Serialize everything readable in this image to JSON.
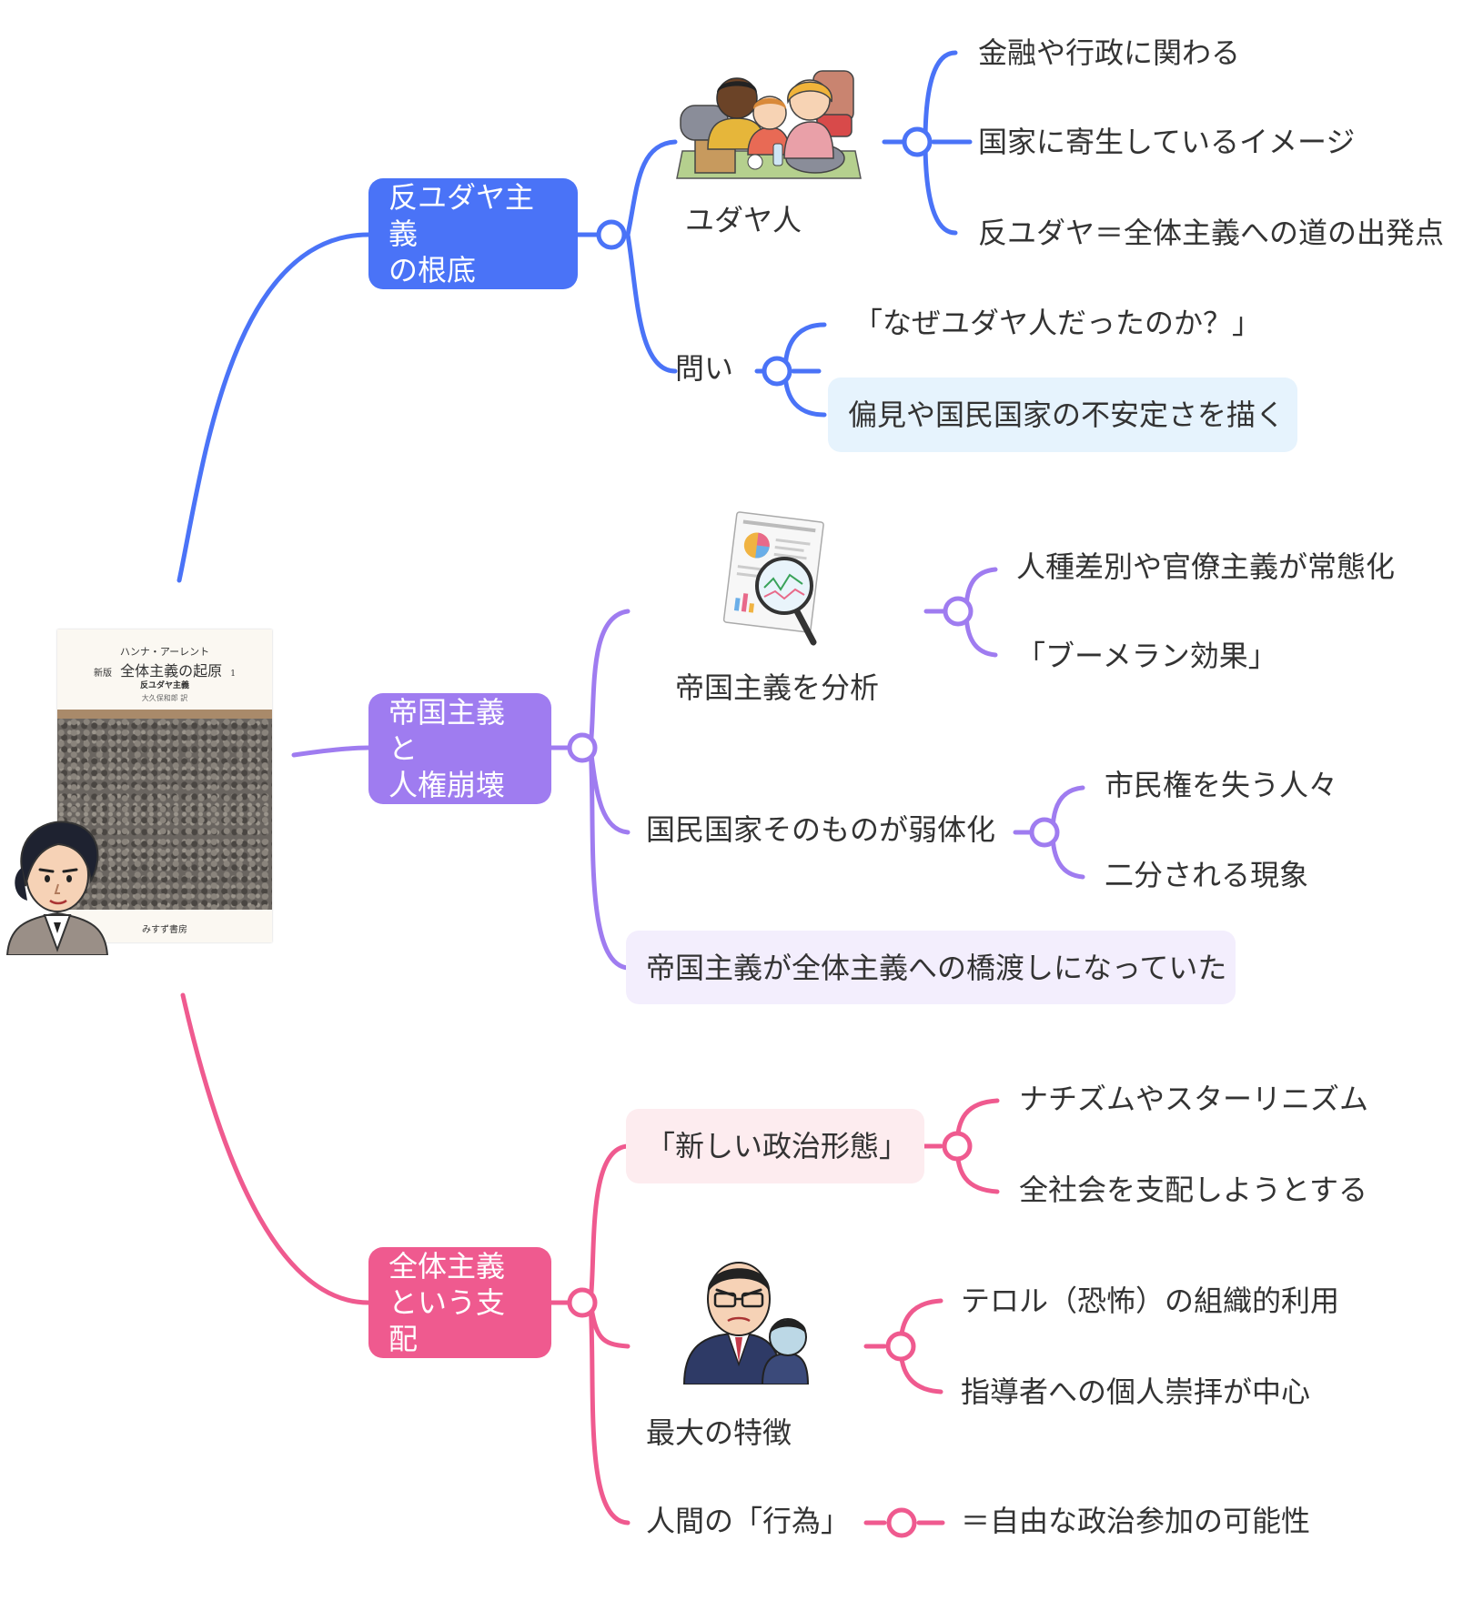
{
  "colors": {
    "blue": "#4a73f7",
    "purple": "#9f7cf0",
    "pink": "#ef5a8f",
    "blue_soft": "#e6f3fd",
    "purple_soft": "#f3eefd",
    "pink_soft": "#fdecef"
  },
  "book": {
    "author": "ハンナ・アーレント",
    "edition": "新版",
    "title": "全体主義の起原",
    "volume": "1",
    "subtitle": "反ユダヤ主義",
    "translator": "大久保和郎 訳",
    "publisher": "みすず書房"
  },
  "branches": {
    "antisemitism": {
      "label_line1": "反ユダヤ主義",
      "label_line2": "の根底",
      "jews": {
        "label": "ユダヤ人",
        "icon": "refugee-family-illustration",
        "items": [
          "金融や行政に関わる",
          "国家に寄生しているイメージ",
          "反ユダヤ＝全体主義への道の出発点"
        ]
      },
      "question": {
        "label": "問い",
        "items": [
          "「なぜユダヤ人だったのか？」",
          "偏見や国民国家の不安定さを描く"
        ]
      }
    },
    "imperialism": {
      "label_line1": "帝国主義と",
      "label_line2": "人権崩壊",
      "analysis": {
        "label": "帝国主義を分析",
        "icon": "report-magnifier-illustration",
        "items": [
          "人種差別や官僚主義が常態化",
          "「ブーメラン効果」"
        ]
      },
      "nation_state": {
        "label": "国民国家そのものが弱体化",
        "items": [
          "市民権を失う人々",
          "二分される現象"
        ]
      },
      "bridge": "帝国主義が全体主義への橋渡しになっていた"
    },
    "totalitarianism": {
      "label_line1": "全体主義",
      "label_line2": "という支配",
      "new_form": {
        "label": "「新しい政治形態」",
        "items": [
          "ナチズムやスターリニズム",
          "全社会を支配しようとする"
        ]
      },
      "feature": {
        "label": "最大の特徴",
        "icon": "intimidating-boss-illustration",
        "items": [
          "テロル（恐怖）の組織的利用",
          "指導者への個人崇拝が中心"
        ]
      },
      "action": {
        "label": "人間の「行為」",
        "items": [
          "＝自由な政治参加の可能性"
        ]
      }
    }
  },
  "portrait_icon": "hannah-arendt-portrait"
}
